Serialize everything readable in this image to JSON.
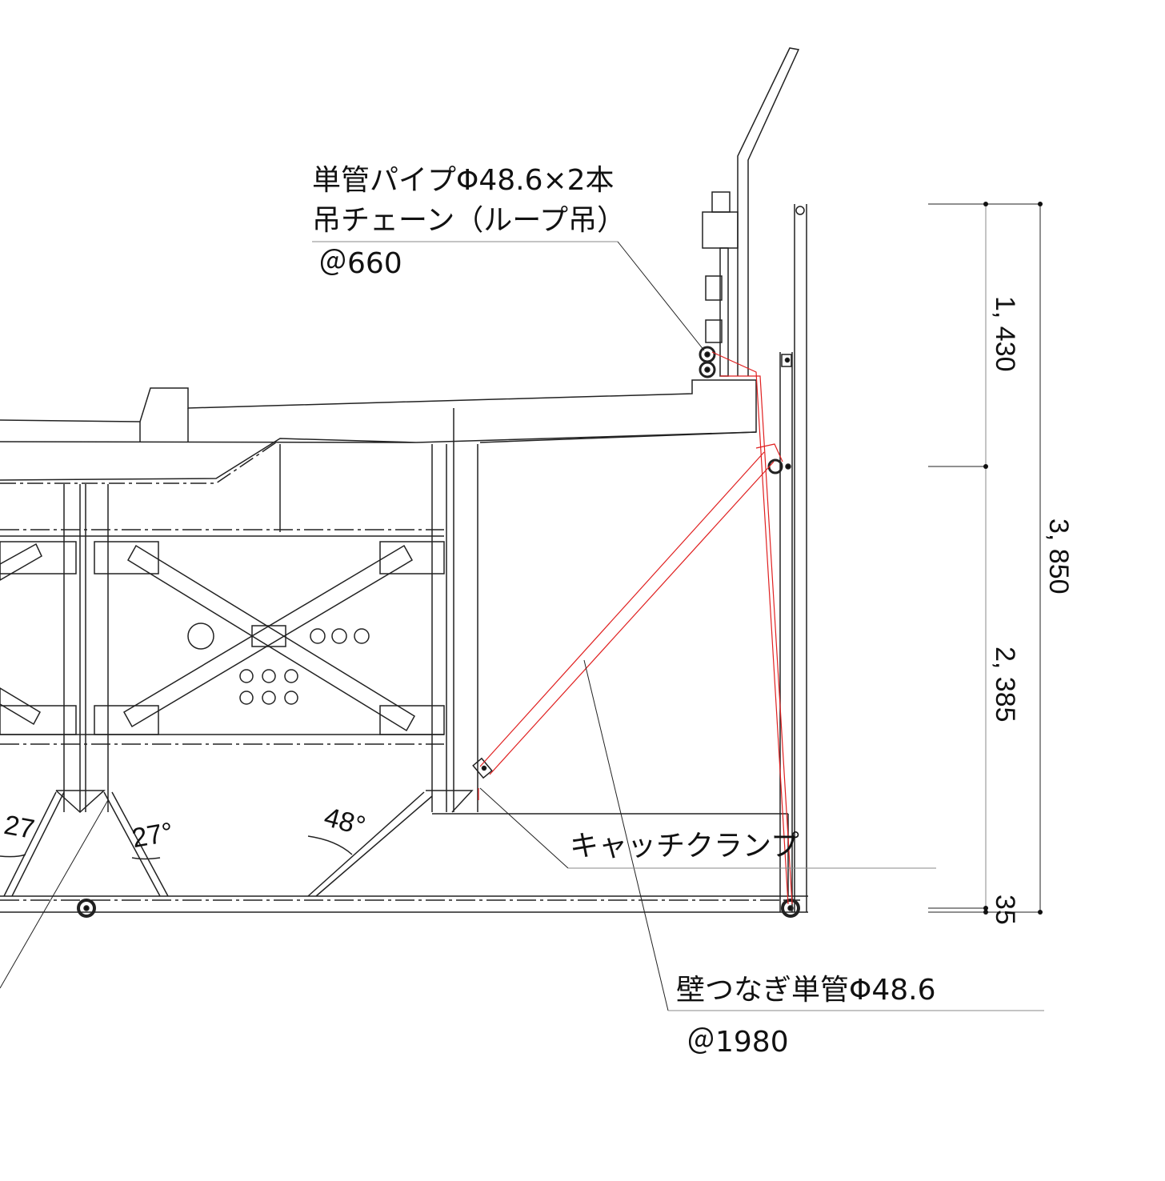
{
  "labels": {
    "pipe_line1": "単管パイプΦ48.6×2本",
    "pipe_line2": "吊チェーン（ループ吊）",
    "pipe_pitch": "＠660",
    "wall_tie": "壁つなぎ単管Φ48.6",
    "wall_tie_pitch": "＠1980",
    "catch_clamp": "キャッチクランプ"
  },
  "dimensions": {
    "upper": "1, 430",
    "lower": "2, 385",
    "total": "3, 850",
    "bottom": "35"
  },
  "angles": {
    "left": "27",
    "middle": "27°",
    "right": "48°"
  },
  "colors": {
    "line": "#111111",
    "tie": "#e02020"
  }
}
